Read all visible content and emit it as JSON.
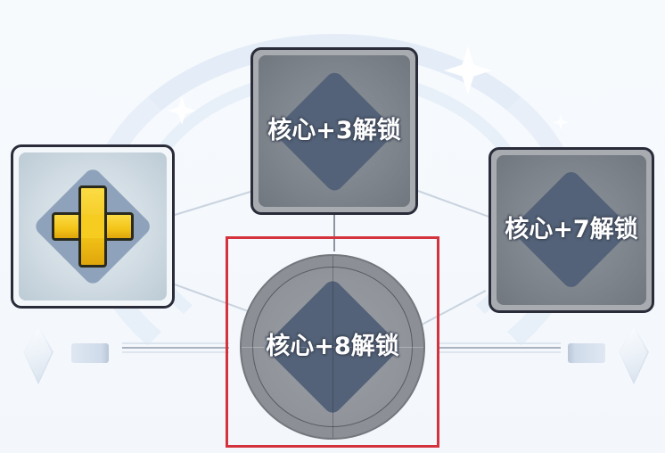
{
  "nodes": [
    {
      "id": "core-plus",
      "state": "unlocked",
      "icon": "plus-icon",
      "label": ""
    },
    {
      "id": "core-3",
      "state": "locked",
      "label": "核心+3解锁"
    },
    {
      "id": "core-7",
      "state": "locked",
      "label": "核心+7解锁"
    },
    {
      "id": "core-8",
      "state": "locked",
      "shape": "circle",
      "label": "核心+8解锁",
      "highlighted": true
    }
  ],
  "colors": {
    "background": "#f6f9fd",
    "locked_frame": "#a8abb0",
    "locked_fill": "#7e848c",
    "diamond": "#536278",
    "plus_yellow": "#f3c418",
    "highlight_border": "#d4333d",
    "connector": "#c9d3df"
  },
  "decorations": {
    "left_gem": "crystal-gem-icon",
    "right_gem": "crystal-gem-icon",
    "sparkles": 3
  }
}
